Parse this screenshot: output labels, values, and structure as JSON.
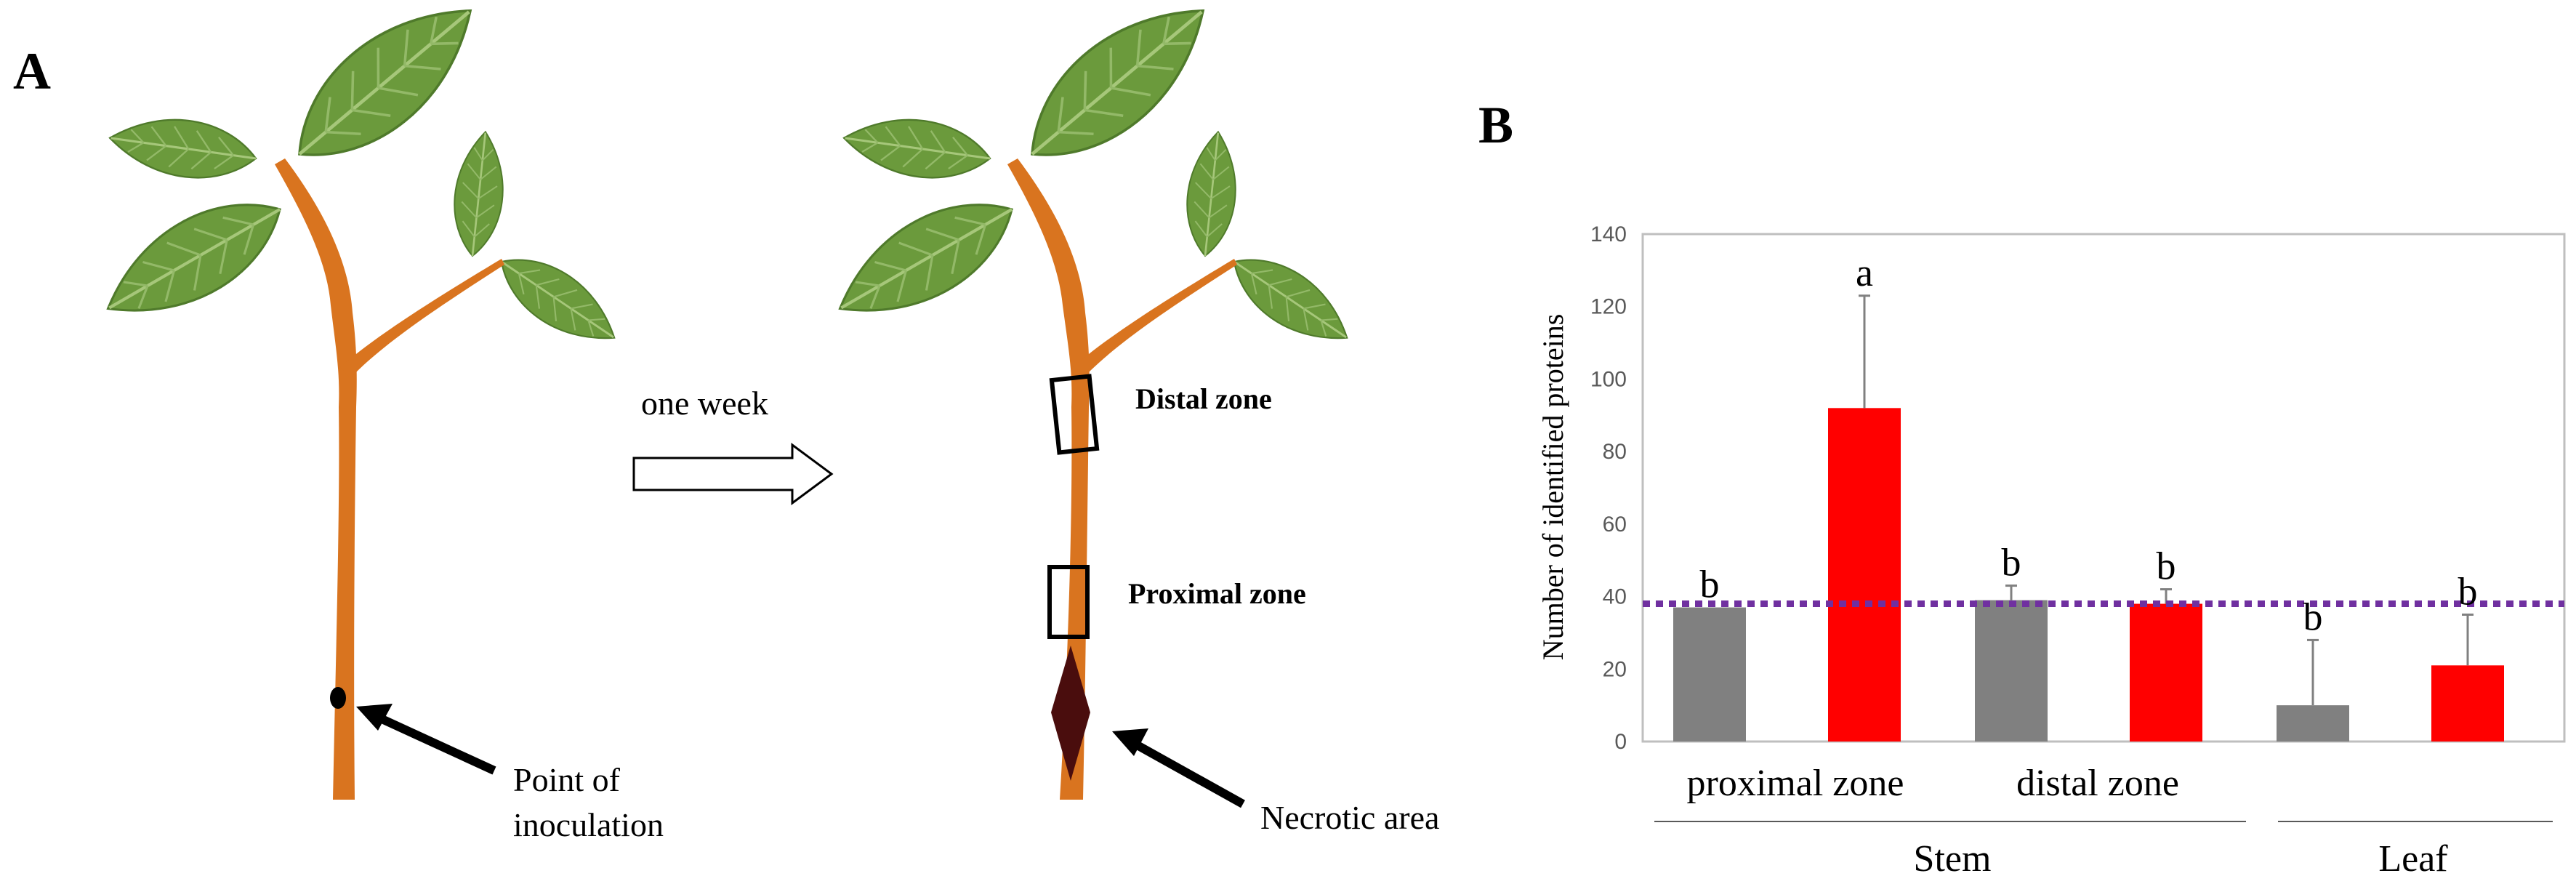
{
  "panel_a": {
    "letter": "A",
    "arrow_label": "one week",
    "distal_label": "Distal zone",
    "proximal_label": "Proximal zone",
    "inoculation_label_line1": "Point of",
    "inoculation_label_line2": "inoculation",
    "necrotic_label": "Necrotic area",
    "colors": {
      "stem": "#d9741f",
      "leaf": "#6b9a3c",
      "necrosis": "#4a0d0d"
    }
  },
  "panel_b": {
    "letter": "B",
    "group_labels": [
      "proximal zone",
      "distal zone"
    ],
    "supergroup_labels": [
      "Stem",
      "Leaf"
    ]
  },
  "chart_data": {
    "type": "bar",
    "ylabel": "Number of identified proteins",
    "ylim": [
      0,
      140
    ],
    "yticks": [
      0,
      20,
      40,
      60,
      80,
      100,
      120,
      140
    ],
    "reference_line": 38,
    "bars": [
      {
        "value": 37,
        "error": 0,
        "color": "#808080",
        "letter": "b"
      },
      {
        "value": 92,
        "error": 31,
        "color": "#ff0000",
        "letter": "a"
      },
      {
        "value": 39,
        "error": 4,
        "color": "#808080",
        "letter": "b"
      },
      {
        "value": 38,
        "error": 4,
        "color": "#ff0000",
        "letter": "b"
      },
      {
        "value": 10,
        "error": 18,
        "color": "#808080",
        "letter": "b"
      },
      {
        "value": 21,
        "error": 14,
        "color": "#ff0000",
        "letter": "b"
      }
    ],
    "colors": {
      "control": "#808080",
      "infected": "#ff0000",
      "reference": "#7030a0",
      "axis": "#bfbfbf"
    }
  }
}
